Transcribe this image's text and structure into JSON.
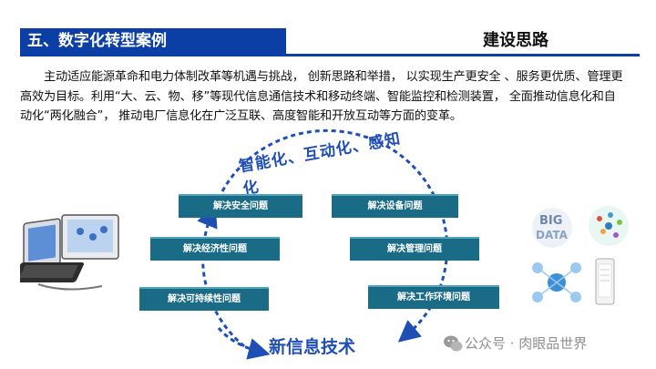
{
  "header": {
    "title": "五、数字化转型案例",
    "section_title": "建设思路",
    "accent_color": "#0b3fa6"
  },
  "intro": {
    "paragraph": "主动适应能源革命和电力体制改革等机遇与挑战， 创新思路和举措， 以实现生产更安全 、服务更优质、管理更高效为目标。利用“大、云、物、移”等现代信息通信技术和移动终端、智能监控和检测装置， 全面推动信息化和自动化“两化融合”， 推动电厂信息化在广泛互联、高度智能和开放互动等方面的变革。"
  },
  "cycle": {
    "top_arc_label": "智能化、互动化、感知化",
    "bottom_arc_label": "新信息技术",
    "box_color": "#1a6b85",
    "arc_color": "#1f4fb5",
    "left_boxes": [
      "解决安全问题",
      "解决经济性问题",
      "解决可持续性问题"
    ],
    "right_boxes": [
      "解决设备问题",
      "解决管理问题",
      "解决工作环境问题"
    ]
  },
  "illustrations": {
    "left": "computer-device-icon",
    "right": [
      "big-data-icon",
      "cloud-icon",
      "network-icon",
      "mobile-icon"
    ]
  },
  "watermark": {
    "icon": "wechat-icon",
    "text": "公众号 · 肉眼品世界"
  }
}
